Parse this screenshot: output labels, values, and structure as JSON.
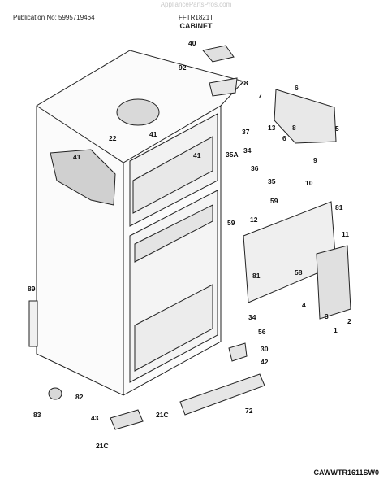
{
  "header": {
    "watermark": "AppliancePartsPros.com",
    "publication_no": "Publication No: 5995719464",
    "model": "FFTR1821T",
    "section": "CABINET"
  },
  "footer": {
    "code": "CAWWTR1611SW0"
  },
  "callouts": [
    "40",
    "92",
    "38",
    "7",
    "6",
    "13",
    "8",
    "6",
    "5",
    "9",
    "37",
    "22",
    "41",
    "41",
    "41",
    "34",
    "35A",
    "36",
    "35",
    "10",
    "59",
    "59",
    "81",
    "12",
    "11",
    "89",
    "81",
    "58",
    "4",
    "3",
    "1",
    "2",
    "34",
    "56",
    "30",
    "42",
    "82",
    "72",
    "83",
    "43",
    "21C",
    "21C"
  ]
}
